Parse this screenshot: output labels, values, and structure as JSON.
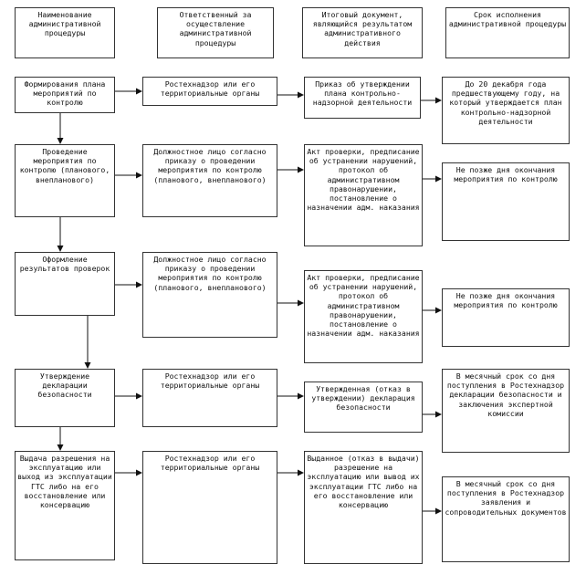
{
  "headers": [
    "Наименование административной процедуры",
    "Ответственный за осуществление административной процедуры",
    "Итоговый документ, являющийся результатом административного действия",
    "Срок исполнения административной процедуры"
  ],
  "rows": [
    {
      "procedure": "Формирования плана мероприятий по контролю",
      "responsible": "Ростехнадзор или его территориальные органы",
      "document": "Приказ об утверждении плана контрольно-надзорной деятельности",
      "deadline": "До 20 декабря года предшествующему году, на который утверждается план контрольно-надзорной деятельности"
    },
    {
      "procedure": "Проведение мероприятия по контролю (планового, внепланового)",
      "responsible": "Должностное лицо согласно приказу о проведении мероприятия по контролю (планового, внепланового)",
      "document": "Акт проверки, предписание об устранении нарушений, протокол об административном правонарушении, постановление о назначении адм. наказания",
      "deadline": "Не позже дня окончания мероприятия по контролю"
    },
    {
      "procedure": "Оформление результатов проверок",
      "responsible": "Должностное лицо согласно приказу о проведении мероприятия по контролю (планового, внепланового)",
      "document": "Акт проверки, предписание об устранении нарушений, протокол об административном правонарушении, постановление о назначении адм. наказания",
      "deadline": "Не позже дня окончания мероприятия по контролю"
    },
    {
      "procedure": "Утверждение декларации безопасности",
      "responsible": "Ростехнадзор или его территориальные органы",
      "document": "Утвержденная (отказ в утверждении) декларация безопасности",
      "deadline": "В месячный срок со дня поступления в Ростехнадзор декларации безопасности и заключения экспертной комиссии"
    },
    {
      "procedure": "Выдача разрешения на эксплуатацию или выход из эксплуатации ГТС либо на его восстановление или консервацию",
      "responsible": "Ростехнадзор или его территориальные органы",
      "document": "Выданное (отказ в выдачи) разрешение на эксплуатацию или вывод их эксплуатации ГТС либо на его восстановление или консервацию",
      "deadline": "В месячный срок со дня поступления в Ростехнадзор заявления и сопроводительных документов"
    }
  ]
}
